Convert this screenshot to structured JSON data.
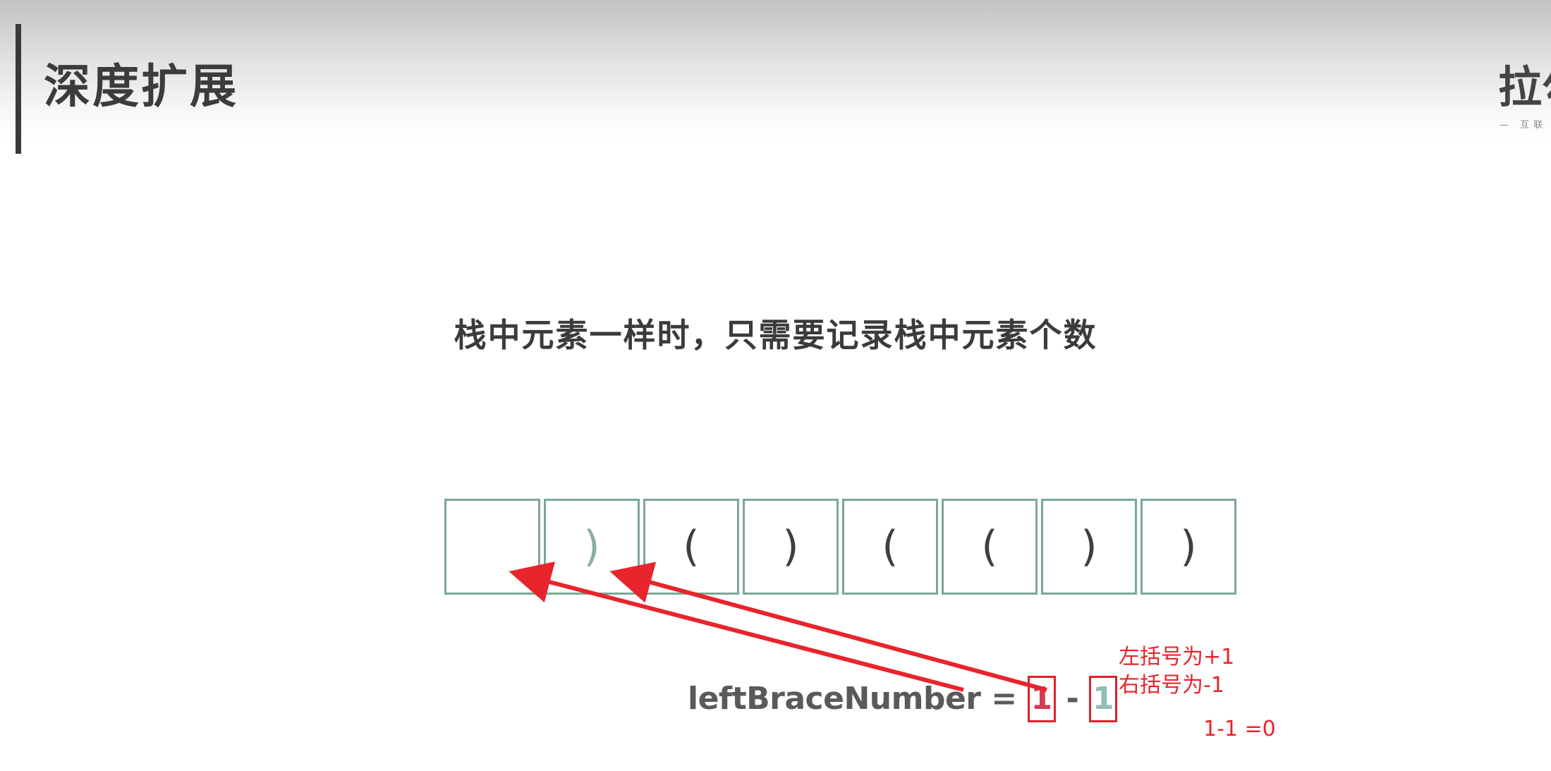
{
  "slide": {
    "title": "深度扩展",
    "logo_text": "拉勾",
    "logo_sub": "— 互联"
  },
  "subtitle": "栈中元素一样时，只需要记录栈中元素个数",
  "cells": [
    "",
    ")",
    "(",
    ")",
    "(",
    "(",
    ")",
    ")"
  ],
  "formula": {
    "label": "leftBraceNumber = ",
    "value_a": "1",
    "minus": " - ",
    "value_b": "1"
  },
  "annotations": {
    "line1": "左括号为+1",
    "line2": "右括号为-1",
    "result": "1-1 =0"
  },
  "colors": {
    "annotation": "#e8242c",
    "cell_border": "#7aa896",
    "value_a": "#d43a55",
    "value_b": "#8fbfb0"
  }
}
